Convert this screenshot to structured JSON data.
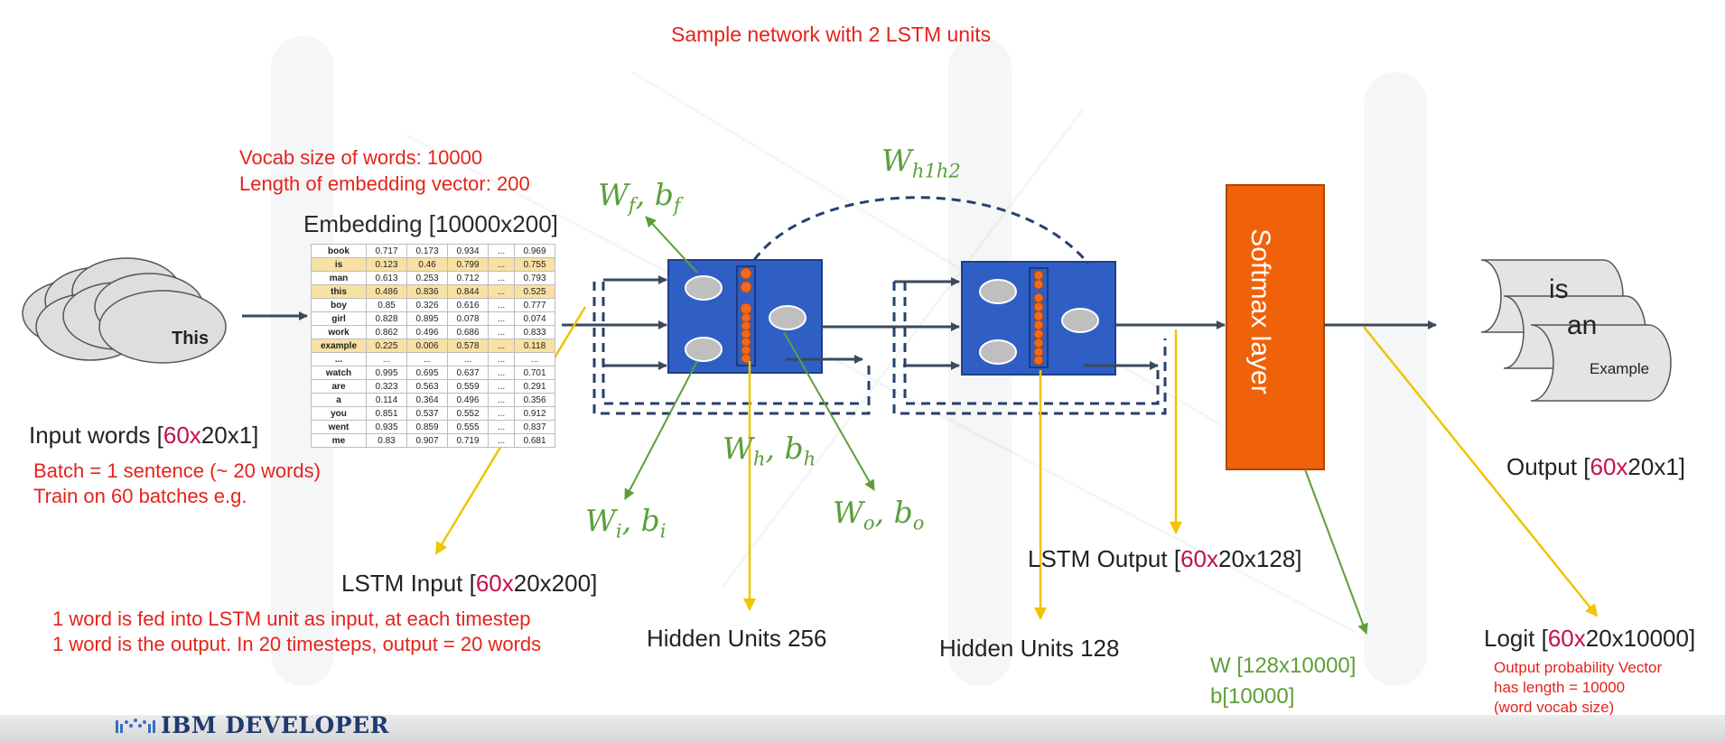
{
  "title": "Sample network with 2 LSTM units",
  "vocab_note": [
    "Vocab size of words: 10000",
    "Length of embedding vector: 200"
  ],
  "embedding_label": "Embedding  [10000x200]",
  "embedding_table": {
    "rows": [
      {
        "word": "book",
        "v1": "0.717",
        "v2": "0.173",
        "v3": "0.934",
        "dots": "...",
        "vn": "0.969",
        "hl": false
      },
      {
        "word": "is",
        "v1": "0.123",
        "v2": "0.46",
        "v3": "0.799",
        "dots": "...",
        "vn": "0.755",
        "hl": true
      },
      {
        "word": "man",
        "v1": "0.613",
        "v2": "0.253",
        "v3": "0.712",
        "dots": "...",
        "vn": "0.793",
        "hl": false
      },
      {
        "word": "this",
        "v1": "0.486",
        "v2": "0.836",
        "v3": "0.844",
        "dots": "...",
        "vn": "0.525",
        "hl": true
      },
      {
        "word": "boy",
        "v1": "0.85",
        "v2": "0.326",
        "v3": "0.616",
        "dots": "...",
        "vn": "0.777",
        "hl": false
      },
      {
        "word": "girl",
        "v1": "0.828",
        "v2": "0.895",
        "v3": "0.078",
        "dots": "...",
        "vn": "0.074",
        "hl": false
      },
      {
        "word": "work",
        "v1": "0.862",
        "v2": "0.496",
        "v3": "0.686",
        "dots": "...",
        "vn": "0.833",
        "hl": false
      },
      {
        "word": "example",
        "v1": "0.225",
        "v2": "0.006",
        "v3": "0.578",
        "dots": "...",
        "vn": "0.118",
        "hl": true
      },
      {
        "word": "...",
        "v1": "...",
        "v2": "...",
        "v3": "...",
        "dots": "...",
        "vn": "...",
        "hl": false
      },
      {
        "word": "watch",
        "v1": "0.995",
        "v2": "0.695",
        "v3": "0.637",
        "dots": "...",
        "vn": "0.701",
        "hl": false
      },
      {
        "word": "are",
        "v1": "0.323",
        "v2": "0.563",
        "v3": "0.559",
        "dots": "...",
        "vn": "0.291",
        "hl": false
      },
      {
        "word": "a",
        "v1": "0.114",
        "v2": "0.364",
        "v3": "0.496",
        "dots": "...",
        "vn": "0.356",
        "hl": false
      },
      {
        "word": "you",
        "v1": "0.851",
        "v2": "0.537",
        "v3": "0.552",
        "dots": "...",
        "vn": "0.912",
        "hl": false
      },
      {
        "word": "went",
        "v1": "0.935",
        "v2": "0.859",
        "v3": "0.555",
        "dots": "...",
        "vn": "0.837",
        "hl": false
      },
      {
        "word": "me",
        "v1": "0.83",
        "v2": "0.907",
        "v3": "0.719",
        "dots": "...",
        "vn": "0.681",
        "hl": false
      }
    ]
  },
  "input": {
    "front_word": "This",
    "label_pre": "Input words  [",
    "label_hl": "60x",
    "label_post": "20x1]",
    "notes": [
      "Batch = 1 sentence (~ 20 words)",
      "Train on 60 batches e.g."
    ]
  },
  "lstm_input": {
    "pre": "LSTM Input [",
    "hl": "60x",
    "post": "20x200]"
  },
  "timestep_notes": [
    "1 word is fed into LSTM unit as input, at each timestep",
    "1 word is the output. In 20 timesteps, output = 20 words"
  ],
  "weights": {
    "f": {
      "base": "W",
      "sub": "f",
      "b": "b",
      "bsub": "f"
    },
    "i": {
      "base": "W",
      "sub": "i",
      "b": "b",
      "bsub": "i"
    },
    "h": {
      "base": "W",
      "sub": "h",
      "b": "b",
      "bsub": "h"
    },
    "o": {
      "base": "W",
      "sub": "o",
      "b": "b",
      "bsub": "o"
    },
    "h1h2": {
      "base": "W",
      "sub": "h1h2"
    }
  },
  "hidden_units_1": "Hidden Units 256",
  "hidden_units_2": "Hidden Units 128",
  "lstm_output": {
    "pre": "LSTM Output [",
    "hl": "60x",
    "post": "20x128]"
  },
  "softmax": {
    "label": "Softmax layer",
    "w_label": "W [128x10000]",
    "b_label": "b[10000]"
  },
  "output": {
    "words": [
      "is",
      "an",
      "Example"
    ],
    "label_pre": "Output [",
    "label_hl": "60x",
    "label_post": "20x1]"
  },
  "logit": {
    "pre": "Logit [",
    "hl": "60x",
    "post": "20x10000]",
    "notes": [
      "Output probability Vector",
      "has length = 10000",
      "(word vocab size)"
    ]
  },
  "footer": {
    "logo_text": "IBM DEVELOPER"
  },
  "colors": {
    "lstm_blue": "#2f5fc4",
    "softmax_orange": "#f0620a",
    "arrow_dark": "#3a4a5c",
    "dashed_navy": "#26406e",
    "annotation_red": "#e4231b",
    "annotation_green": "#5e9e3a",
    "pointer_yellow": "#f0c400",
    "highlight": "#c3104d"
  }
}
